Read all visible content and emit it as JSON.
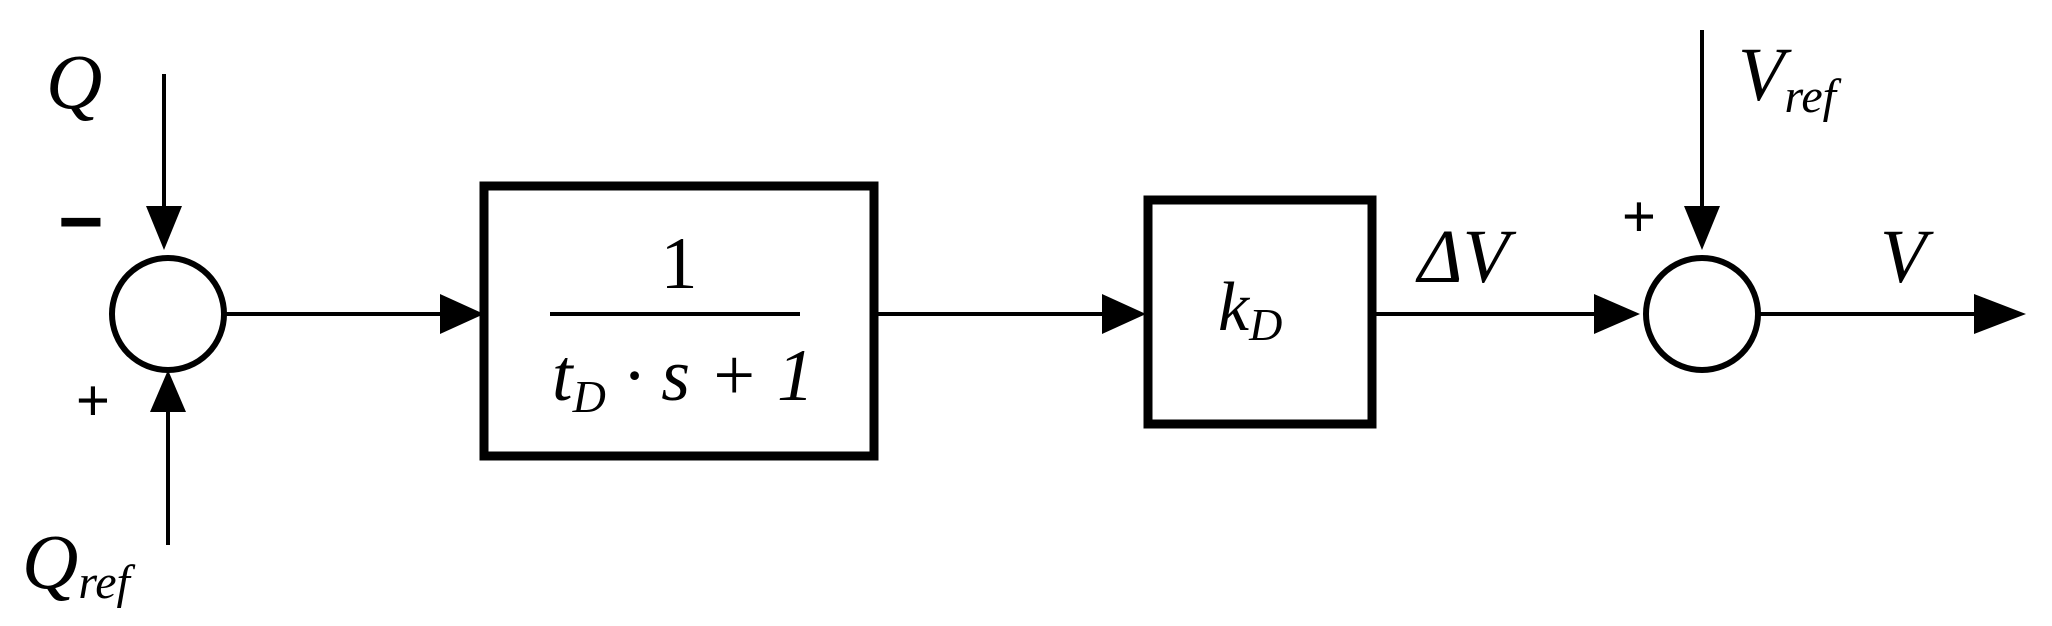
{
  "signals": {
    "q": "Q",
    "q_ref_base": "Q",
    "q_ref_sub": "ref",
    "v_ref_base": "V",
    "v_ref_sub": "ref",
    "delta_v": "ΔV",
    "v_out": "V"
  },
  "summer1": {
    "sign_top": "−",
    "sign_bottom": "+"
  },
  "summer2": {
    "sign_top": "+"
  },
  "filter_block": {
    "numerator": "1",
    "denominator_t": "t",
    "denominator_t_sub": "D",
    "denominator_rest": " · s + 1"
  },
  "gain_block": {
    "base": "k",
    "sub": "D"
  }
}
